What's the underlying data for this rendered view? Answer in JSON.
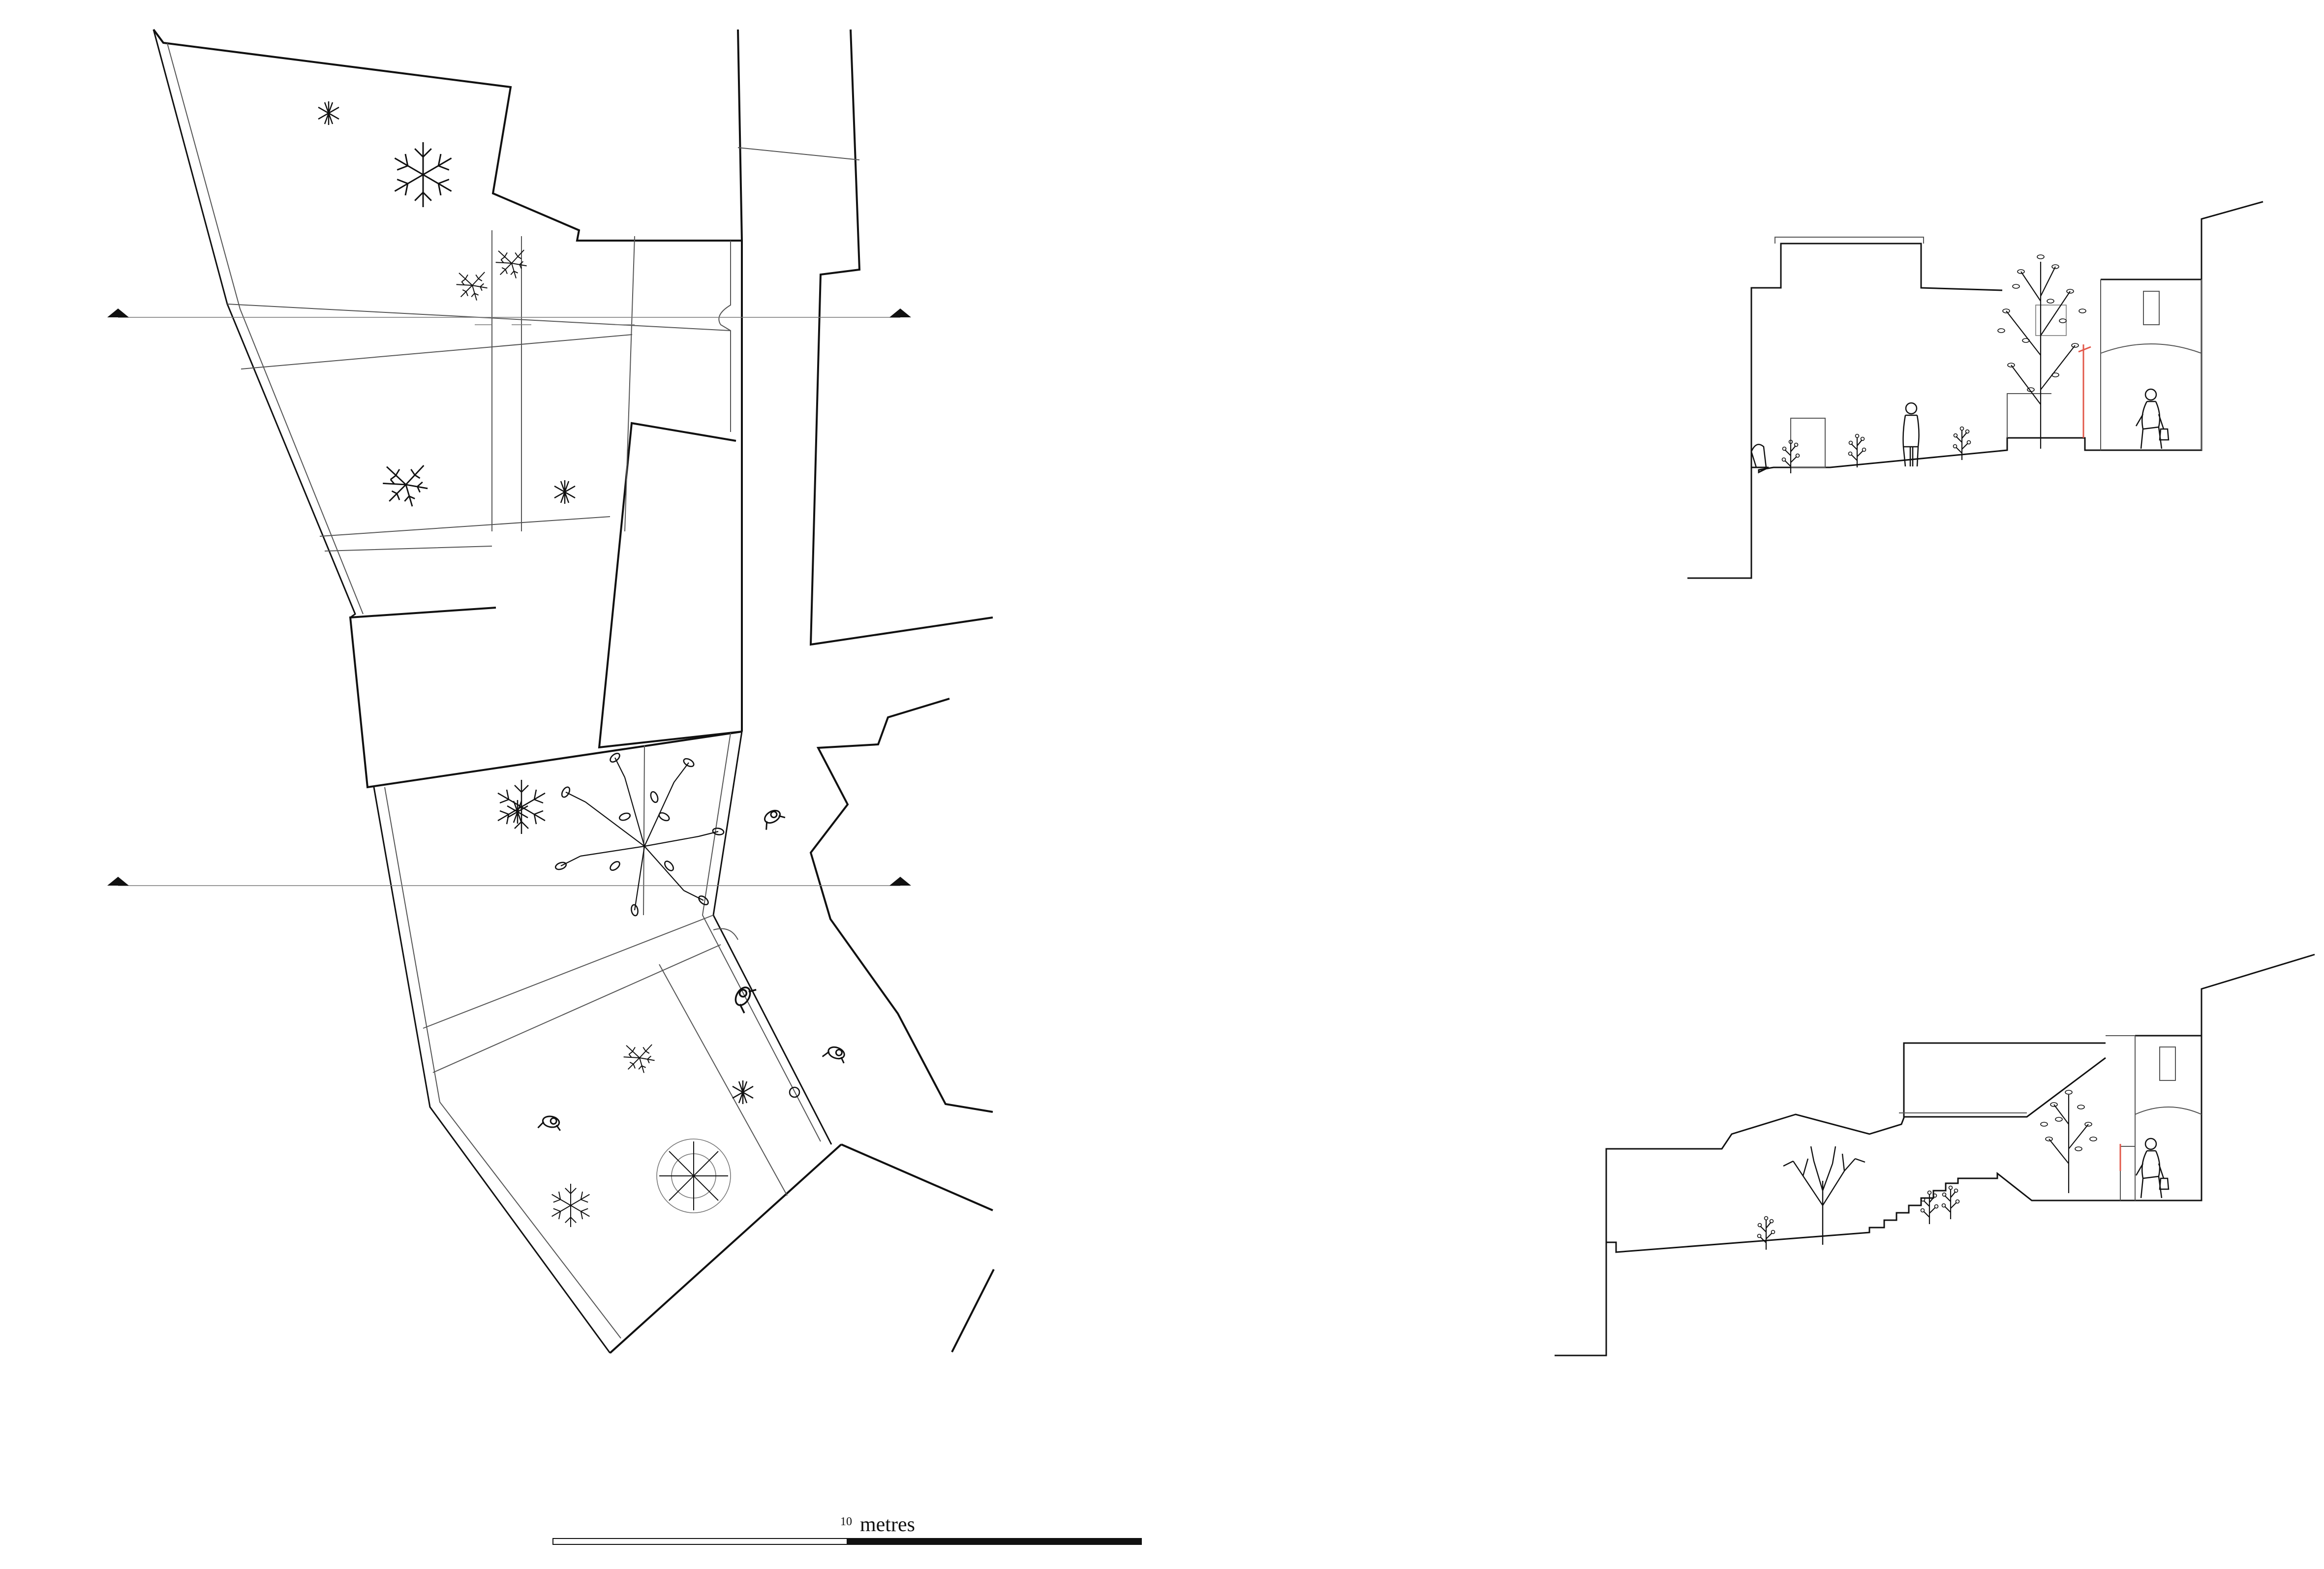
{
  "scale_bar": {
    "value": "10",
    "unit": "metres"
  },
  "colors": {
    "line": "#111111",
    "thin_line": "#777777",
    "accent": "#e2584a",
    "background": "#ffffff"
  },
  "section_markers": [
    {
      "name": "section-marker-upper"
    },
    {
      "name": "section-marker-lower"
    }
  ],
  "views": [
    "site-plan",
    "section-upper",
    "section-lower"
  ]
}
